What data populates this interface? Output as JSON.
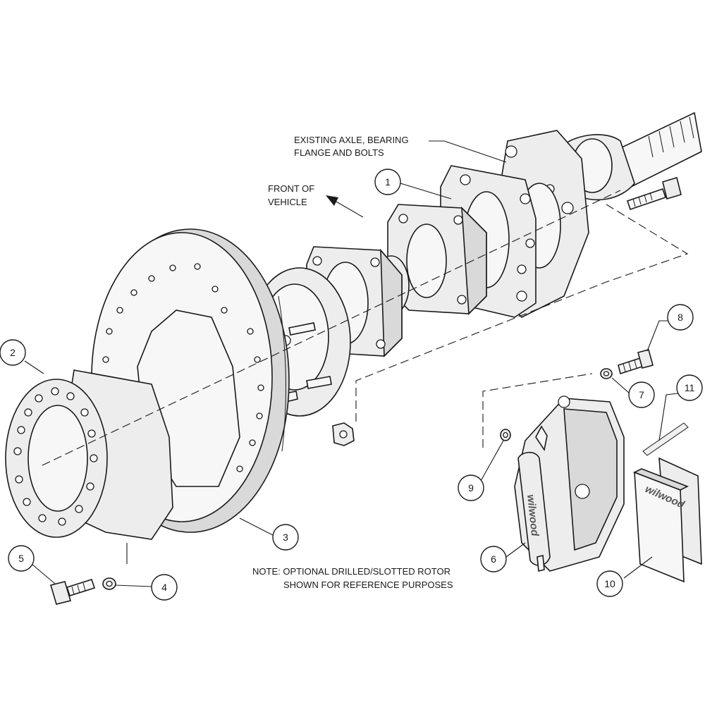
{
  "labels": {
    "existing_axle": [
      "EXISTING AXLE, BEARING",
      "FLANGE AND BOLTS"
    ],
    "front_of_vehicle": [
      "FRONT OF",
      "VEHICLE"
    ],
    "note": [
      "NOTE: OPTIONAL DRILLED/SLOTTED ROTOR",
      "SHOWN FOR REFERENCE PURPOSES"
    ],
    "brand": "wilwood"
  },
  "callouts": [
    "1",
    "2",
    "3",
    "4",
    "5",
    "6",
    "7",
    "8",
    "9",
    "10",
    "11"
  ]
}
